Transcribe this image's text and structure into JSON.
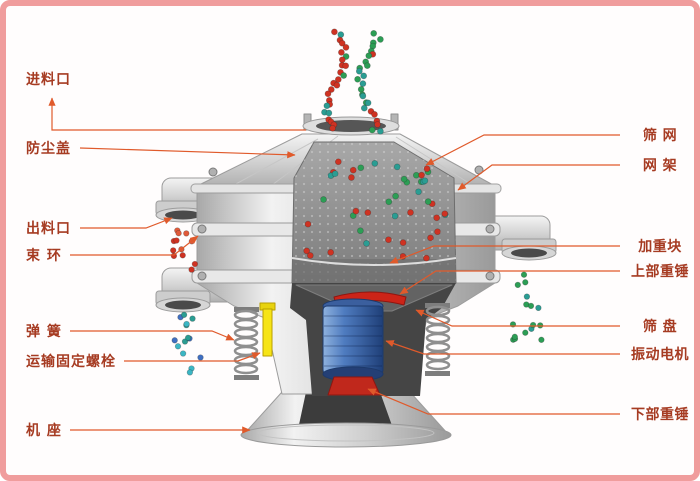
{
  "frame": {
    "border_color": "#f09d9d",
    "background": "#ffffff"
  },
  "diagram": {
    "label_color": "#a63b22",
    "leader_color": "#e05a2b",
    "labels_left": [
      "进料口",
      "防尘盖",
      "出料口",
      "束 环",
      "弹 簧",
      "运输固定螺栓",
      "机 座"
    ],
    "labels_right": [
      "筛 网",
      "网 架",
      "加重块",
      "上部重锤",
      "筛 盘",
      "振动电机",
      "下部重锤"
    ],
    "particle_colors": {
      "red": "#cf3222",
      "green": "#2c9e55",
      "teal": "#2a9d93",
      "cyan": "#3bb6c4",
      "blue": "#3f6fc2"
    },
    "highlight_bolt_color": "#f6e416",
    "motor_color": "#3b5f9e",
    "weight_color": "#c52418"
  }
}
